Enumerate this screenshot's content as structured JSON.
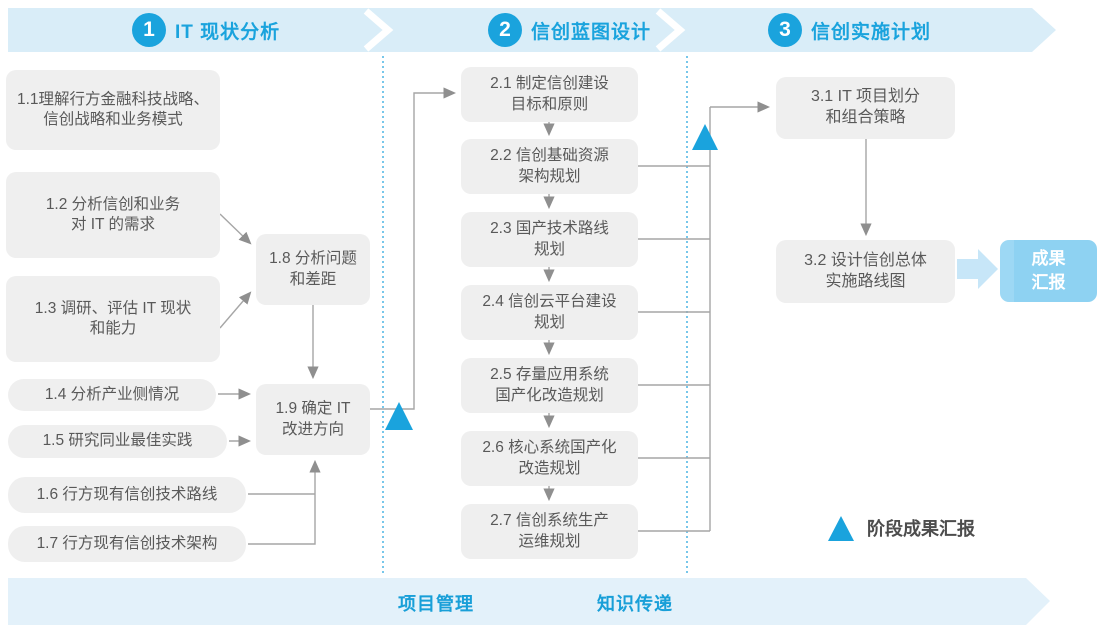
{
  "header": {
    "phases": [
      {
        "num": "1",
        "label": "IT 现状分析"
      },
      {
        "num": "2",
        "label": "信创蓝图设计"
      },
      {
        "num": "3",
        "label": "信创实施计划"
      }
    ]
  },
  "phase1": {
    "boxes": [
      {
        "label": "1.1理解行方金融科技战略、\n信创战略和业务模式"
      },
      {
        "label": "1.2 分析信创和业务\n对 IT 的需求"
      },
      {
        "label": "1.3 调研、评估 IT 现状\n和能力"
      },
      {
        "label": "1.4 分析产业侧情况"
      },
      {
        "label": "1.5 研究同业最佳实践"
      },
      {
        "label": "1.6 行方现有信创技术路线"
      },
      {
        "label": "1.7 行方现有信创技术架构"
      },
      {
        "label": "1.8 分析问题\n和差距"
      },
      {
        "label": "1.9 确定 IT\n改进方向"
      }
    ]
  },
  "phase2": {
    "boxes": [
      {
        "label": "2.1 制定信创建设\n目标和原则"
      },
      {
        "label": "2.2 信创基础资源\n架构规划"
      },
      {
        "label": "2.3 国产技术路线\n规划"
      },
      {
        "label": "2.4 信创云平台建设\n规划"
      },
      {
        "label": "2.5 存量应用系统\n国产化改造规划"
      },
      {
        "label": "2.6 核心系统国产化\n改造规划"
      },
      {
        "label": "2.7 信创系统生产\n运维规划"
      }
    ]
  },
  "phase3": {
    "boxes": [
      {
        "label": "3.1 IT 项目划分\n和组合策略"
      },
      {
        "label": "3.2 设计信创总体\n实施路线图"
      }
    ],
    "deliverable": {
      "label": "成果\n汇报"
    }
  },
  "footer": {
    "items": [
      {
        "label": "项目管理"
      },
      {
        "label": "知识传递"
      }
    ]
  },
  "legend": {
    "label": "阶段成果汇报"
  },
  "colors": {
    "accent": "#1aa3dd",
    "band_top": "#d9edf8",
    "band_bottom": "#e3f1fa",
    "box_gray": "#efefef",
    "box_text": "#595959",
    "connector": "#a6a6a6",
    "deliverable_bg": "#8ed2f2",
    "thick_arrow": "#c7e6f8"
  }
}
